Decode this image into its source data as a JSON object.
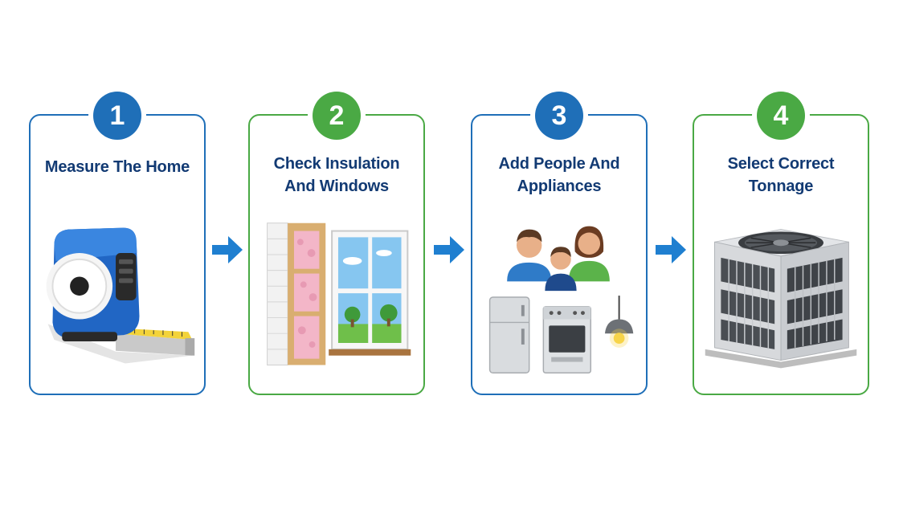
{
  "steps": [
    {
      "number": "1",
      "title": "Measure The Home",
      "accent": "#1f6fb8",
      "icon": "tape-measure-icon"
    },
    {
      "number": "2",
      "title": "Check Insulation\nAnd Windows",
      "title_line1": "Check Insulation",
      "title_line2": "And Windows",
      "accent": "#4aa944",
      "icon": "insulation-window-icon"
    },
    {
      "number": "3",
      "title_line1": "Add People And",
      "title_line2": "Appliances",
      "accent": "#1f6fb8",
      "icon": "people-appliances-icon"
    },
    {
      "number": "4",
      "title_line1": "Select Correct",
      "title_line2": "Tonnage",
      "accent": "#4aa944",
      "icon": "ac-condenser-icon"
    }
  ],
  "colors": {
    "blue": "#1f6fb8",
    "green": "#4aa944",
    "title": "#123a73",
    "arrow": "#1f7fd0"
  }
}
